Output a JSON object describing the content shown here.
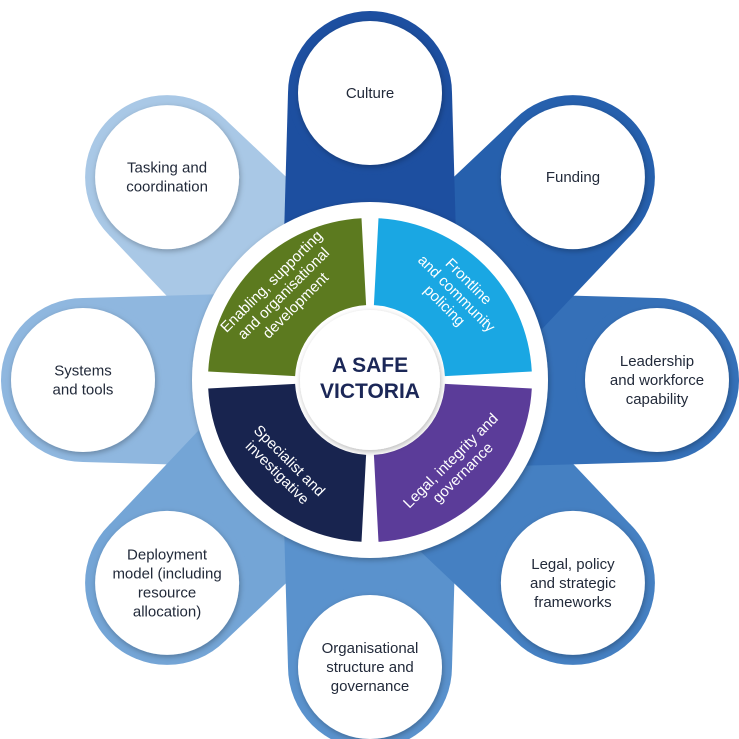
{
  "center": {
    "lines": [
      "A SAFE",
      "VICTORIA"
    ]
  },
  "inner_segments": [
    {
      "lines": [
        "Enabling, supporting",
        "and organisational",
        "development"
      ],
      "color": "#5c7a1f"
    },
    {
      "lines": [
        "Frontline",
        "and community",
        "policing"
      ],
      "color": "#1aa7e3"
    },
    {
      "lines": [
        "Legal, integrity and",
        "governance"
      ],
      "color": "#5b3c99"
    },
    {
      "lines": [
        "Specialist and",
        "investigative"
      ],
      "color": "#18244f"
    }
  ],
  "outer_items": [
    {
      "lines": [
        "Culture"
      ],
      "color": "#1d4fa0"
    },
    {
      "lines": [
        "Funding"
      ],
      "color": "#2660ad"
    },
    {
      "lines": [
        "Leadership",
        "and workforce",
        "capability"
      ],
      "color": "#3570b8"
    },
    {
      "lines": [
        "Legal, policy",
        "and strategic",
        "frameworks"
      ],
      "color": "#4580c2"
    },
    {
      "lines": [
        "Organisational",
        "structure and",
        "governance"
      ],
      "color": "#5a92cd"
    },
    {
      "lines": [
        "Deployment",
        "model (including",
        "resource",
        "allocation)"
      ],
      "color": "#74a5d6"
    },
    {
      "lines": [
        "Systems",
        "and tools"
      ],
      "color": "#8fb7df"
    },
    {
      "lines": [
        "Tasking and",
        "coordination"
      ],
      "color": "#a9c8e6"
    }
  ],
  "colors": {
    "ring_white": "#ffffff",
    "text_dark": "#222a3a",
    "center_text": "#1b2757"
  }
}
